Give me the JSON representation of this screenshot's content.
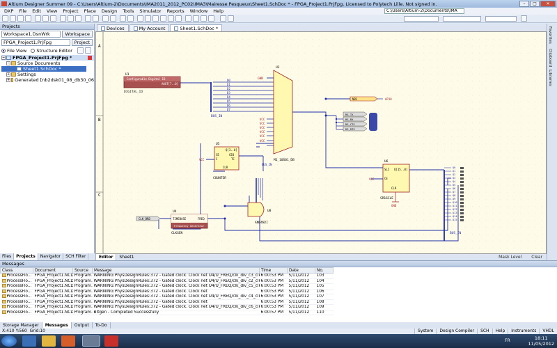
{
  "window": {
    "title": "Altium Designer Summer 09 - C:\\Users\\Altium-2\\Documents\\IMA2011_2012_PC02\\IMA3\\Mairesse Pesqueux\\Sheet1.SchDoc * - FPGA_Project1.PrjFpg. Licensed to Polytech Lille. Not signed in.",
    "controls": {
      "minimize": "–",
      "maximize": "□",
      "close": "✕"
    }
  },
  "menu": {
    "items": [
      "DXP",
      "File",
      "Edit",
      "View",
      "Project",
      "Place",
      "Design",
      "Tools",
      "Simulator",
      "Reports",
      "Window",
      "Help"
    ],
    "path_box": "C:\\Users\\Altium-2\\Documents\\IMA"
  },
  "projects_panel": {
    "header": "Projects",
    "workspace_value": "Workspace1.DsnWrk",
    "workspace_button": "Workspace",
    "project_value": "FPGA_Project1.PrjFpg",
    "project_button": "Project",
    "view_file": "File View",
    "view_structure": "Structure Editor",
    "tree": {
      "root": "FPGA_Project1.PrjFpg *",
      "source_folder": "Source Documents",
      "sheet": "Sheet1.SchDoc *",
      "settings": "Settings",
      "generated": "Generated [nb2dsk01_08_db30_06"
    },
    "tabs": [
      "Files",
      "Projects",
      "Navigator",
      "SCH Filter"
    ]
  },
  "doc_tabs": [
    "Devices",
    "My Account",
    "Sheet1.SchDoc *"
  ],
  "right_bar": [
    "Favorites",
    "Clipboard",
    "Libraries"
  ],
  "editor_tabs": [
    "Editor",
    "Sheet1"
  ],
  "editor_status": {
    "mask": "Mask Level",
    "clear": "Clear"
  },
  "schematic": {
    "zone_labels": [
      "A",
      "B",
      "C"
    ],
    "comp_digital_io": {
      "ref": "U1",
      "title": "Configurable Digital IO",
      "pin": "AOUT[7..0]",
      "name": "DIGITAL_IO"
    },
    "comp_mux": {
      "ref": "U3",
      "name": "M1_10S01_DB",
      "gnd": "GND"
    },
    "comp_counter": {
      "ref": "U5",
      "name": "COUNTER",
      "pin_ce": "CE",
      "pin_c": "C",
      "pin_clr": "CLR",
      "pin_q": "Q[3..0]",
      "pin_ceo": "CEO",
      "pin_tc": "TC",
      "vcc": "VCC"
    },
    "comp_and": {
      "ref": "U8",
      "name": "AND4N2I"
    },
    "comp_timebase": {
      "ref": "U4",
      "pin_in": "TIMEBASE",
      "pin_out": "FREQ",
      "label": "Frequency Generator",
      "name": "CLKGEN"
    },
    "comp_shift": {
      "ref": "U6",
      "name": "SR16CLE",
      "pin_sli": "SLI",
      "pin_q": "Q[15..0]",
      "pin_ce": "CE",
      "pin_clr": "CLR",
      "gnd": "GND",
      "vcc": "VCC"
    },
    "ports": {
      "clk": "CLK_BRD",
      "nb": "NB1",
      "rs_tx": "RS_TX",
      "rs_rx": "RS_RX",
      "rs_cts": "RS_CTS",
      "rs_rts": "RS_RTS",
      "ap": "AP18"
    },
    "nets": {
      "bus_in": "BUS_IN",
      "bus_out": "BUS_IN",
      "vcc": "VCC",
      "bits_in": [
        "D0",
        "D1",
        "D2",
        "D3",
        "D4",
        "D5",
        "D6",
        "D7"
      ],
      "bits_out": [
        "Q0",
        "Q1",
        "Q2",
        "Q3",
        "Q4",
        "Q5",
        "Q6",
        "Q7",
        "Q8",
        "Q9",
        "Q10",
        "Q11",
        "Q12",
        "Q13",
        "Q14",
        "Q15"
      ]
    }
  },
  "messages": {
    "header": "Messages",
    "columns": [
      "Class",
      "Document",
      "Source",
      "Message",
      "Time",
      "Date",
      "No."
    ],
    "rows": [
      [
        "ProcessFlo...",
        "FPGA_Project1.NCD",
        "Program...",
        "WARNING:PhysDesignRules:372 - Gated clock. Clock net U4/U_FREQ/clk_div_c3_clk is",
        "6:00:53 PM",
        "5/11/2012",
        "103"
      ],
      [
        "ProcessFlo...",
        "FPGA_Project1.NCD",
        "Program...",
        "WARNING:PhysDesignRules:372 - Gated clock. Clock net U4/U_FREQ/clk_div_c2_clk is",
        "6:00:53 PM",
        "5/11/2012",
        "104"
      ],
      [
        "ProcessFlo...",
        "FPGA_Project1.NCD",
        "Program...",
        "WARNING:PhysDesignRules:372 - Gated clock. Clock net U4/U_FREQ/clk_div_c5_clk is",
        "6:00:53 PM",
        "5/11/2012",
        "105"
      ],
      [
        "ProcessFlo...",
        "FPGA_Project1.NCD",
        "Program...",
        "WARNING:PhysDesignRules:372 - Gated clock. Clock net",
        "6:00:53 PM",
        "5/11/2012",
        "106"
      ],
      [
        "ProcessFlo...",
        "FPGA_Project1.NCD",
        "Program...",
        "WARNING:PhysDesignRules:372 - Gated clock. Clock net U4/U_FREQ/clk_div_c4_clk is",
        "6:00:53 PM",
        "5/11/2012",
        "107"
      ],
      [
        "ProcessFlo...",
        "FPGA_Project1.NCD",
        "Program...",
        "WARNING:PhysDesignRules:372 - Gated clock. Clock net",
        "6:00:53 PM",
        "5/11/2012",
        "108"
      ],
      [
        "ProcessFlo...",
        "FPGA_Project1.NCD",
        "Program...",
        "WARNING:PhysDesignRules:372 - Gated clock. Clock net U4/U_FREQ/clk_div_c6_clk is",
        "6:00:53 PM",
        "5/11/2012",
        "109"
      ],
      [
        "ProcessFlo...",
        "FPGA_Project1.NCD",
        "Program...",
        "Bitgen - Completed Successfully",
        "6:00:57 PM",
        "5/11/2012",
        "110"
      ]
    ],
    "tabs": [
      "Storage Manager",
      "Messages",
      "Output",
      "To-Do"
    ]
  },
  "statusbar": {
    "coords": "X:410 Y:560",
    "grid": "Grid:10",
    "right": [
      "System",
      "Design Compiler",
      "SCH",
      "Help",
      "Instruments",
      "VHDL"
    ]
  },
  "taskbar": {
    "lang": "FR",
    "time": "18:11",
    "date": "11/05/2012"
  },
  "colors": {
    "sheet_bg": "#fffbe9",
    "wire": "#1e2ba6",
    "component_fill": "#fff8b0",
    "component_border": "#a02020",
    "port_fill": "#ffe38a",
    "taskbar": "#213754"
  }
}
